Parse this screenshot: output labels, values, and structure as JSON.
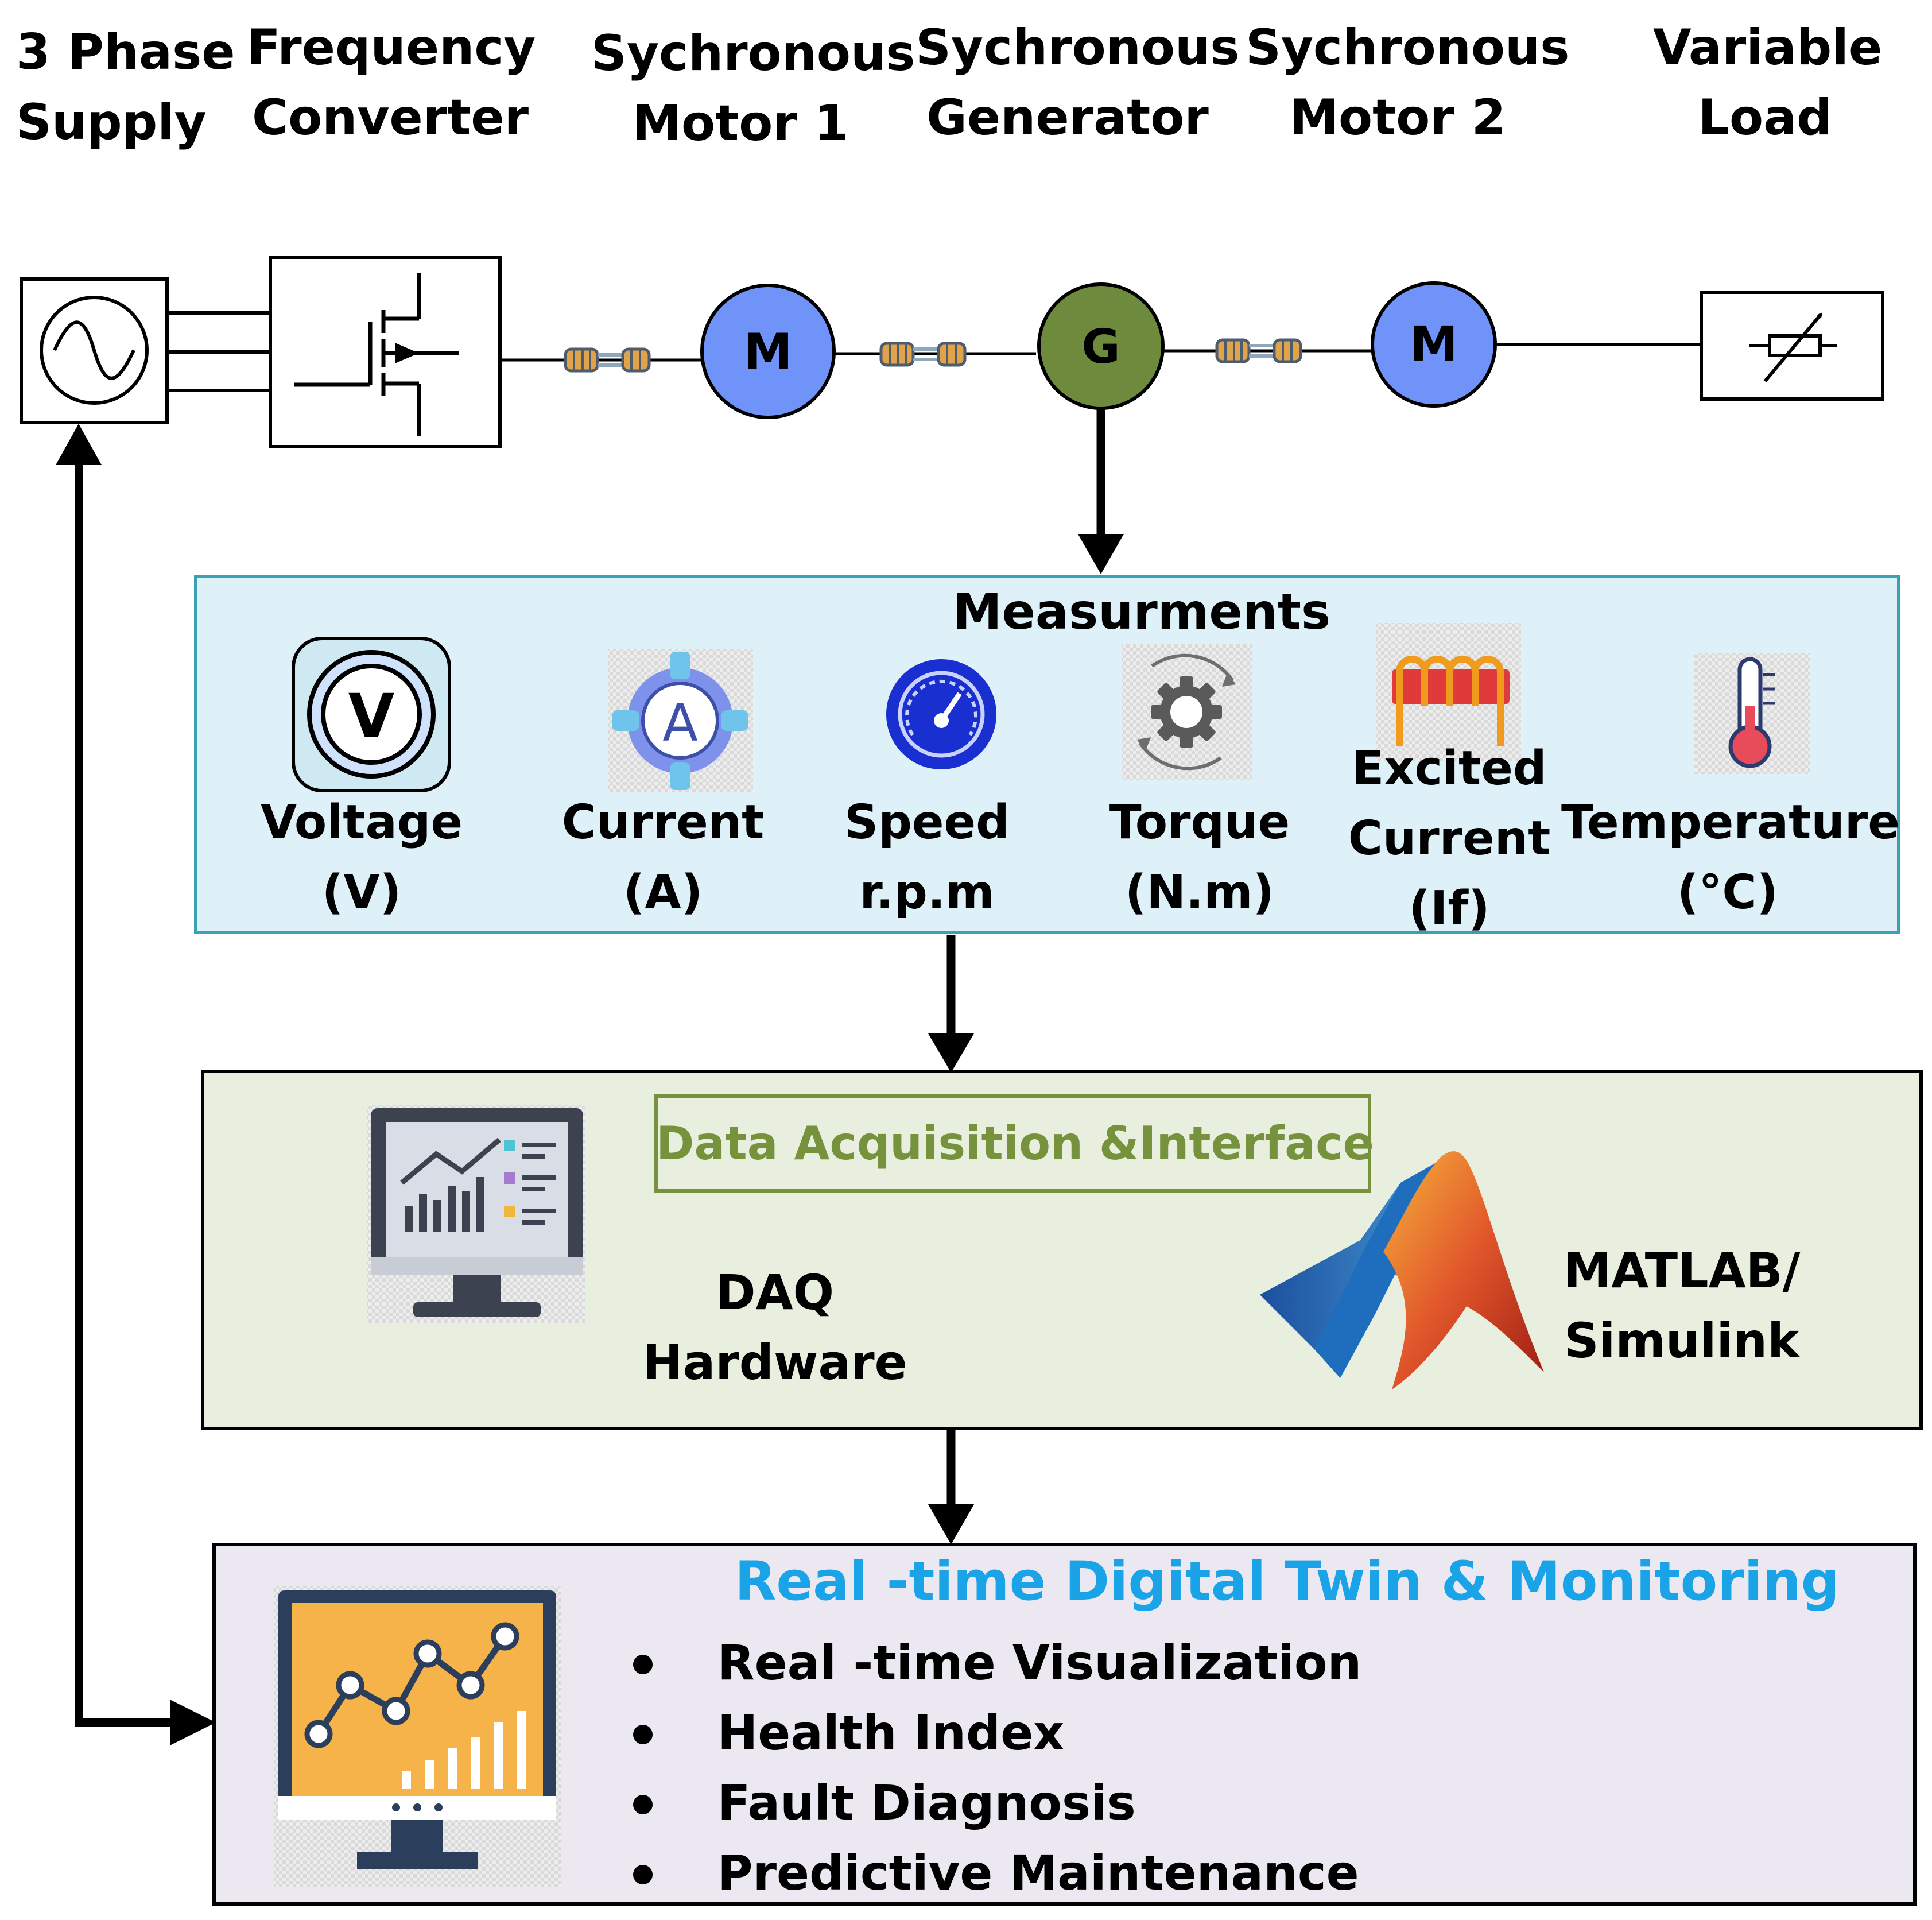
{
  "colors": {
    "motor_fill": "#6f93f8",
    "generator_fill": "#6e8b3d",
    "measurements_bg": "#dff1f8",
    "measurements_border": "#3aa0b3",
    "daq_bg": "#e8efdf",
    "daq_title": "#76923c",
    "monitor_bg": "#ebe8f1",
    "monitor_title": "#1aa3e6"
  },
  "components": {
    "supply": {
      "line1": "3 Phase",
      "line2": "Supply"
    },
    "converter": {
      "line1": "Frequency",
      "line2": "Converter"
    },
    "motor1": {
      "line1": "Sychronous",
      "line2": "Motor 1",
      "symbol": "M"
    },
    "generator": {
      "line1": "Sychronous",
      "line2": "Generator",
      "symbol": "G"
    },
    "motor2": {
      "line1": "Sychronous",
      "line2": "Motor 2",
      "symbol": "M"
    },
    "load": {
      "line1": "Variable",
      "line2": "Load"
    }
  },
  "measurements": {
    "title": "Measurments",
    "items": [
      {
        "line1": "Voltage",
        "line2": "(V)",
        "icon": "voltmeter-icon"
      },
      {
        "line1": "Current",
        "line2": "(A)",
        "icon": "ammeter-icon"
      },
      {
        "line1": "Speed",
        "line2": "r.p.m",
        "icon": "speedometer-icon"
      },
      {
        "line1": "Torque",
        "line2": "(N.m)",
        "icon": "gear-rotation-icon"
      },
      {
        "line1": "Excited",
        "line2": "Current",
        "line3": "(If)",
        "icon": "field-coil-icon"
      },
      {
        "line1": "Temperature",
        "line2": "(°C)",
        "icon": "thermometer-icon"
      }
    ],
    "voltmeter_symbol": "V",
    "ammeter_symbol": "A"
  },
  "daq": {
    "title": "Data Acquisition &Interface",
    "hardware_line1": "DAQ",
    "hardware_line2": "Hardware",
    "software_line1": "MATLAB/",
    "software_line2": "Simulink"
  },
  "monitoring": {
    "title": "Real -time  Digital Twin & Monitoring",
    "bullets": [
      "Real -time Visualization",
      "Health Index",
      "Fault Diagnosis",
      "Predictive Maintenance"
    ]
  }
}
